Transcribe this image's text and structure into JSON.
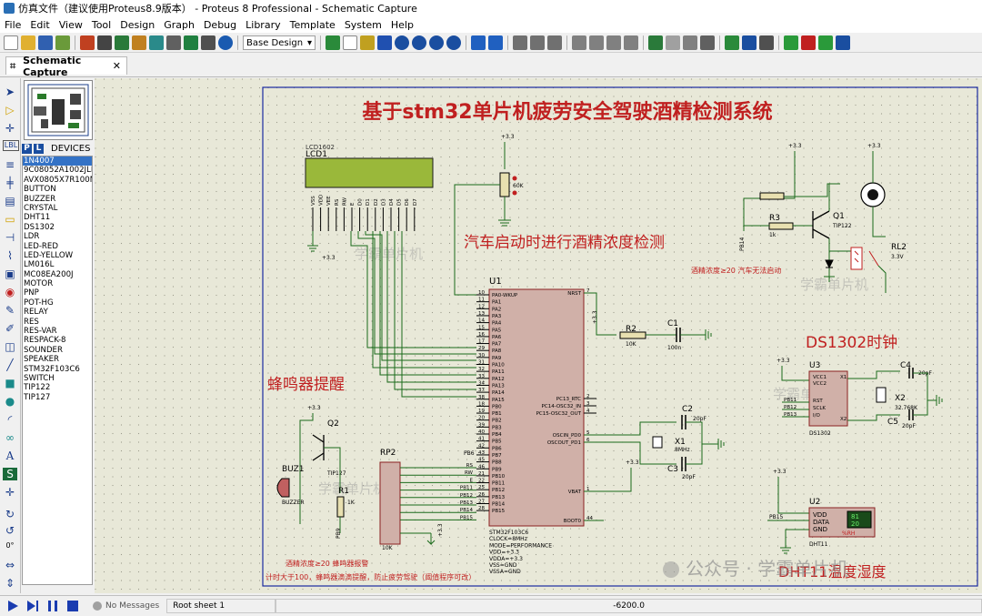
{
  "window": {
    "title": "仿真文件（建议使用Proteus8.9版本） - Proteus 8 Professional - Schematic Capture"
  },
  "menu": [
    "File",
    "Edit",
    "View",
    "Tool",
    "Design",
    "Graph",
    "Debug",
    "Library",
    "Template",
    "System",
    "Help"
  ],
  "toolbar": {
    "design_select": "Base Design"
  },
  "tab": {
    "label": "Schematic Capture",
    "close": "✕"
  },
  "devices": {
    "header": "DEVICES",
    "p_label": "P",
    "l_label": "L",
    "items": [
      "1N4007",
      "9C08052A1002JLH",
      "AVX0805X7R100N",
      "BUTTON",
      "BUZZER",
      "CRYSTAL",
      "DHT11",
      "DS1302",
      "LDR",
      "LED-RED",
      "LED-YELLOW",
      "LM016L",
      "MC08EA200J",
      "MOTOR",
      "PNP",
      "POT-HG",
      "RELAY",
      "RES",
      "RES-VAR",
      "RESPACK-8",
      "SOUNDER",
      "SPEAKER",
      "STM32F103C6",
      "SWITCH",
      "TIP122",
      "TIP127"
    ],
    "active_index": 0
  },
  "left_tools": {
    "rotation": "0°"
  },
  "schematic": {
    "title": "基于stm32单片机疲劳安全驾驶酒精检测系统",
    "sections": {
      "alcohol_check": "汽车启动时进行酒精浓度检测",
      "buzzer": "蜂鸣器提醒",
      "ds1302": "DS1302时钟",
      "dht11": "DHT11温度湿度",
      "relay_note": "酒精浓度≥20  汽车无法启动",
      "buzzer_note1": "酒精浓度≥20  蜂鸣器报警",
      "buzzer_note2": "计时大于100，蜂鸣器滴滴提醒，防止疲劳驾驶（阈值程序可改）"
    },
    "watermark": "学霸单片机",
    "wechat_watermark": "公众号 · 学霸单片机",
    "lcd": {
      "ref": "LCD1",
      "part": "LCD1602",
      "pins": [
        "VSS",
        "VDD",
        "VEE",
        "RS",
        "RW",
        "E",
        "D0",
        "D1",
        "D2",
        "D3",
        "D4",
        "D5",
        "D6",
        "D7"
      ],
      "vcc": "+3.3"
    },
    "mcu": {
      "ref": "U1",
      "left_pins": [
        {
          "num": "10",
          "name": "PA0-WKUP"
        },
        {
          "num": "11",
          "name": "PA1"
        },
        {
          "num": "12",
          "name": "PA2"
        },
        {
          "num": "13",
          "name": "PA3"
        },
        {
          "num": "14",
          "name": "PA4"
        },
        {
          "num": "15",
          "name": "PA5"
        },
        {
          "num": "16",
          "name": "PA6"
        },
        {
          "num": "17",
          "name": "PA7"
        },
        {
          "num": "29",
          "name": "PA8"
        },
        {
          "num": "30",
          "name": "PA9"
        },
        {
          "num": "31",
          "name": "PA10"
        },
        {
          "num": "32",
          "name": "PA11"
        },
        {
          "num": "33",
          "name": "PA12"
        },
        {
          "num": "34",
          "name": "PA13"
        },
        {
          "num": "37",
          "name": "PA14"
        },
        {
          "num": "38",
          "name": "PA15"
        },
        {
          "num": "18",
          "name": "PB0"
        },
        {
          "num": "19",
          "name": "PB1"
        },
        {
          "num": "20",
          "name": "PB2"
        },
        {
          "num": "39",
          "name": "PB3"
        },
        {
          "num": "40",
          "name": "PB4"
        },
        {
          "num": "41",
          "name": "PB5"
        },
        {
          "num": "42",
          "name": "PB6"
        },
        {
          "num": "43",
          "name": "PB7"
        },
        {
          "num": "45",
          "name": "PB8"
        },
        {
          "num": "46",
          "name": "PB9"
        },
        {
          "num": "21",
          "name": "PB10"
        },
        {
          "num": "22",
          "name": "PB11"
        },
        {
          "num": "25",
          "name": "PB12"
        },
        {
          "num": "26",
          "name": "PB13"
        },
        {
          "num": "27",
          "name": "PB14"
        },
        {
          "num": "28",
          "name": "PB15"
        }
      ],
      "right_pins": [
        {
          "num": "7",
          "name": "NRST"
        },
        {
          "num": "2",
          "name": "PC13_RTC"
        },
        {
          "num": "3",
          "name": "PC14-OSC32_IN"
        },
        {
          "num": "4",
          "name": "PC15-OSC32_OUT"
        },
        {
          "num": "5",
          "name": "OSCIN_PD0"
        },
        {
          "num": "6",
          "name": "OSCOUT_PD1"
        },
        {
          "num": "1",
          "name": "VBAT"
        },
        {
          "num": "44",
          "name": "BOOT0"
        }
      ],
      "props": [
        "STM32F103C6",
        "CLOCK=8MHz",
        "MODE=PERFORMANCE",
        "VDD=+3.3",
        "VDDA=+3.3",
        "VSS=GND",
        "VSSA=GND"
      ]
    },
    "parts": {
      "pot": {
        "value": "60K",
        "vcc": "+3.3"
      },
      "r2": {
        "ref": "R2",
        "value": "10K"
      },
      "c1": {
        "ref": "C1",
        "value": "100n"
      },
      "c2": {
        "ref": "C2",
        "value": "20pF"
      },
      "c3": {
        "ref": "C3",
        "value": "20pF"
      },
      "x1": {
        "ref": "X1",
        "value": "8MHz"
      },
      "q1": {
        "ref": "Q1",
        "part": "TIP122"
      },
      "r3": {
        "ref": "R3",
        "value": "1k"
      },
      "rl2": {
        "ref": "RL2",
        "value": "3.3V"
      },
      "u3": {
        "ref": "U3",
        "part": "DS1302",
        "pins": [
          "VCC1",
          "VCC2",
          "RST",
          "SCLK",
          "I/O",
          "X1",
          "X2"
        ],
        "nets": [
          "PB11",
          "PB12",
          "PB13"
        ]
      },
      "c4": {
        "ref": "C4",
        "value": "20pF"
      },
      "c5": {
        "ref": "C5",
        "value": "20pF"
      },
      "x2": {
        "ref": "X2",
        "value": "32.768K"
      },
      "u2": {
        "ref": "U2",
        "part": "DHT11",
        "pins": [
          "VDD",
          "DATA",
          "GND"
        ],
        "net": "PB15",
        "readout1": "81",
        "readout2": "20",
        "rh_label": "%RH"
      },
      "q2": {
        "ref": "Q2",
        "part": "TIP127"
      },
      "buz1": {
        "ref": "BUZ1",
        "part": "BUZZER"
      },
      "r1": {
        "ref": "R1",
        "value": "1K"
      },
      "rp2": {
        "ref": "RP2",
        "value": "10K"
      },
      "rp_nets": [
        "RS",
        "RW",
        "E",
        "PB11",
        "PB12",
        "PB13",
        "PB14",
        "PB15"
      ],
      "pb6": "PB6",
      "pb14": "PB14",
      "pb9": "PB9",
      "vcc": "+3.3"
    }
  },
  "status": {
    "messages": "No Messages",
    "sheet": "Root sheet 1",
    "coord": "-6200.0"
  }
}
